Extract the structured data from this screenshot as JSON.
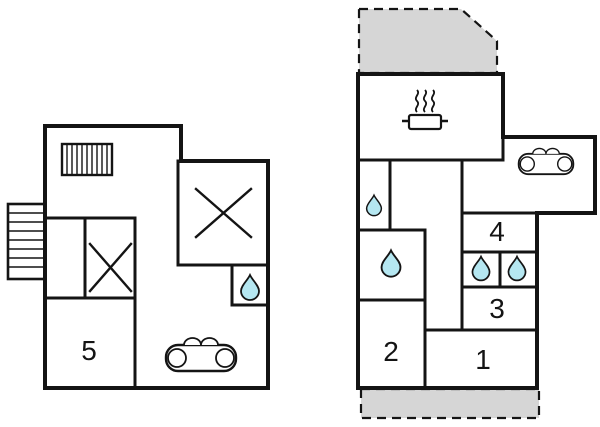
{
  "diagram": {
    "type": "floor-plan",
    "colors": {
      "wall": "#141414",
      "water-fill": "#b5e7f1",
      "terrace-fill": "#d6d6d6",
      "background": "#ffffff"
    },
    "left_unit": {
      "rooms": [
        {
          "label": "5"
        }
      ],
      "icons": [
        "stairs-icon",
        "radiator-icon",
        "cross-icon-large",
        "cross-icon-small",
        "water-drop-icon",
        "sofa-icon"
      ]
    },
    "right_unit": {
      "rooms": [
        {
          "label": "4"
        },
        {
          "label": "3"
        },
        {
          "label": "2"
        },
        {
          "label": "1"
        }
      ],
      "icons": [
        "terrace-top-area",
        "terrace-bottom-area",
        "stove-icon",
        "sofa-icon",
        "water-drop-icon",
        "water-drop-icon",
        "water-drop-icon",
        "water-drop-icon"
      ]
    }
  }
}
